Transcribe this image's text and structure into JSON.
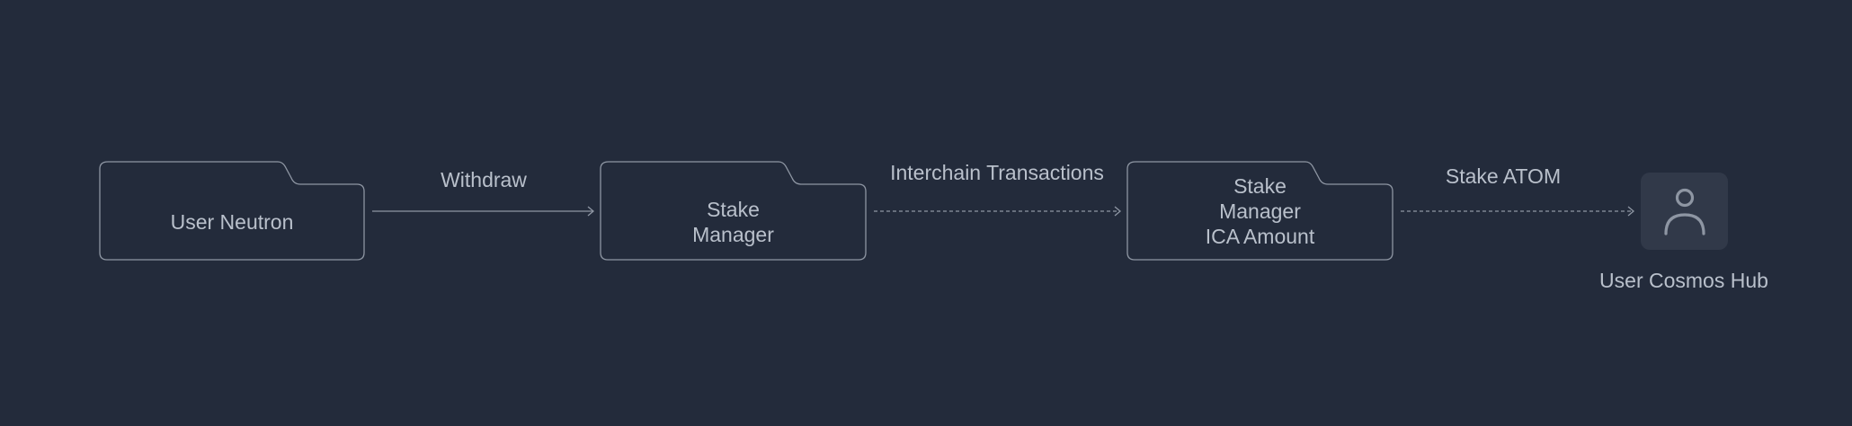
{
  "nodes": {
    "user_neutron": {
      "label": "User Neutron"
    },
    "stake_manager": {
      "line1": "Stake",
      "line2": "Manager"
    },
    "stake_manager_ica": {
      "line1": "Stake",
      "line2": "Manager",
      "line3": "ICA Amount"
    },
    "user_cosmos_hub": {
      "label": "User Cosmos Hub",
      "icon": "user-icon"
    }
  },
  "edges": {
    "withdraw": {
      "label": "Withdraw",
      "style": "solid"
    },
    "interchain": {
      "label": "Interchain Transactions",
      "style": "dashed"
    },
    "stake_atom": {
      "label": "Stake ATOM",
      "style": "dashed"
    }
  },
  "colors": {
    "background": "#232b3b",
    "stroke": "#8e96a3",
    "text": "#b9c0cb",
    "avatar_tile": "#313949"
  }
}
